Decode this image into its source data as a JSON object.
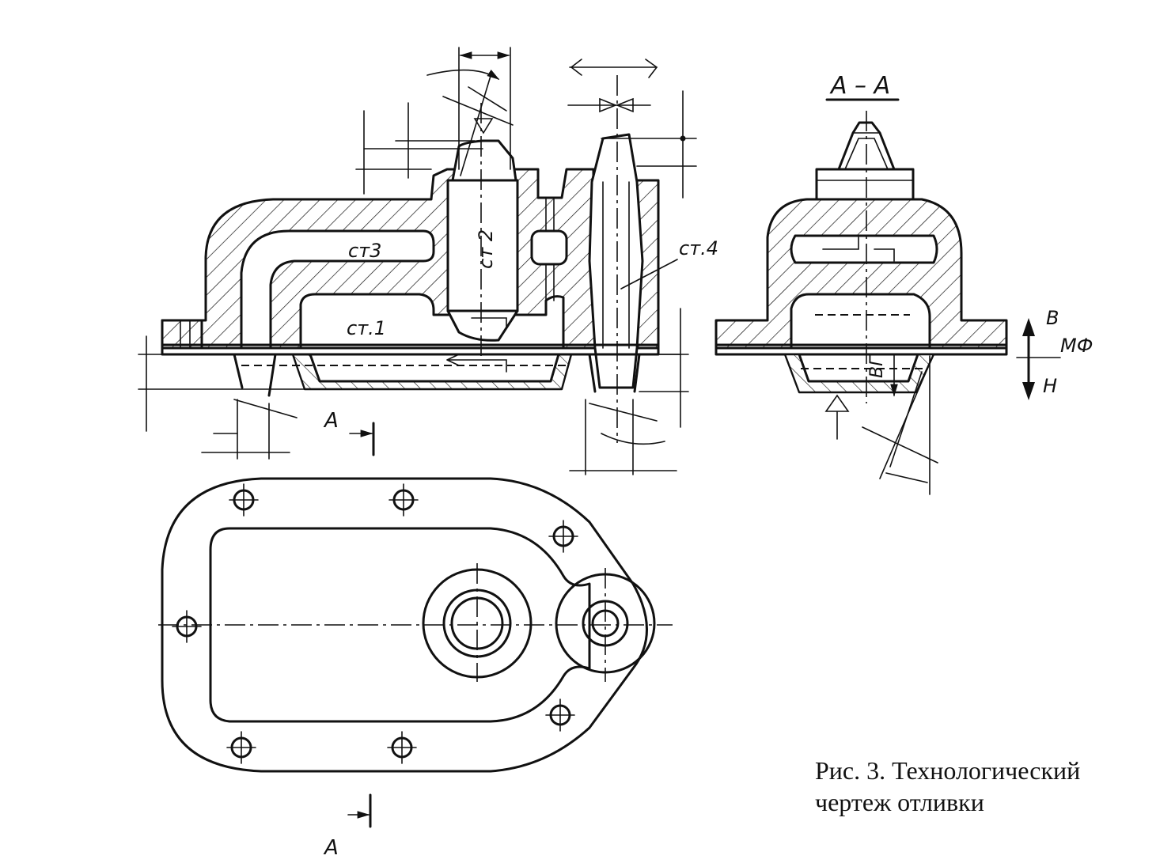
{
  "section_title": "А – А",
  "section_marker": "А",
  "core_labels": {
    "core1": "ст.1",
    "core2": "ст 2",
    "core3": "ст3",
    "core4": "ст.4"
  },
  "parting_labels": {
    "top": "В",
    "bottom": "Н",
    "mold": "МФ",
    "section_vg": "ВГ"
  },
  "caption": {
    "line1": "Рис.  3.  Технологический",
    "line2": "чертеж  отливки"
  }
}
